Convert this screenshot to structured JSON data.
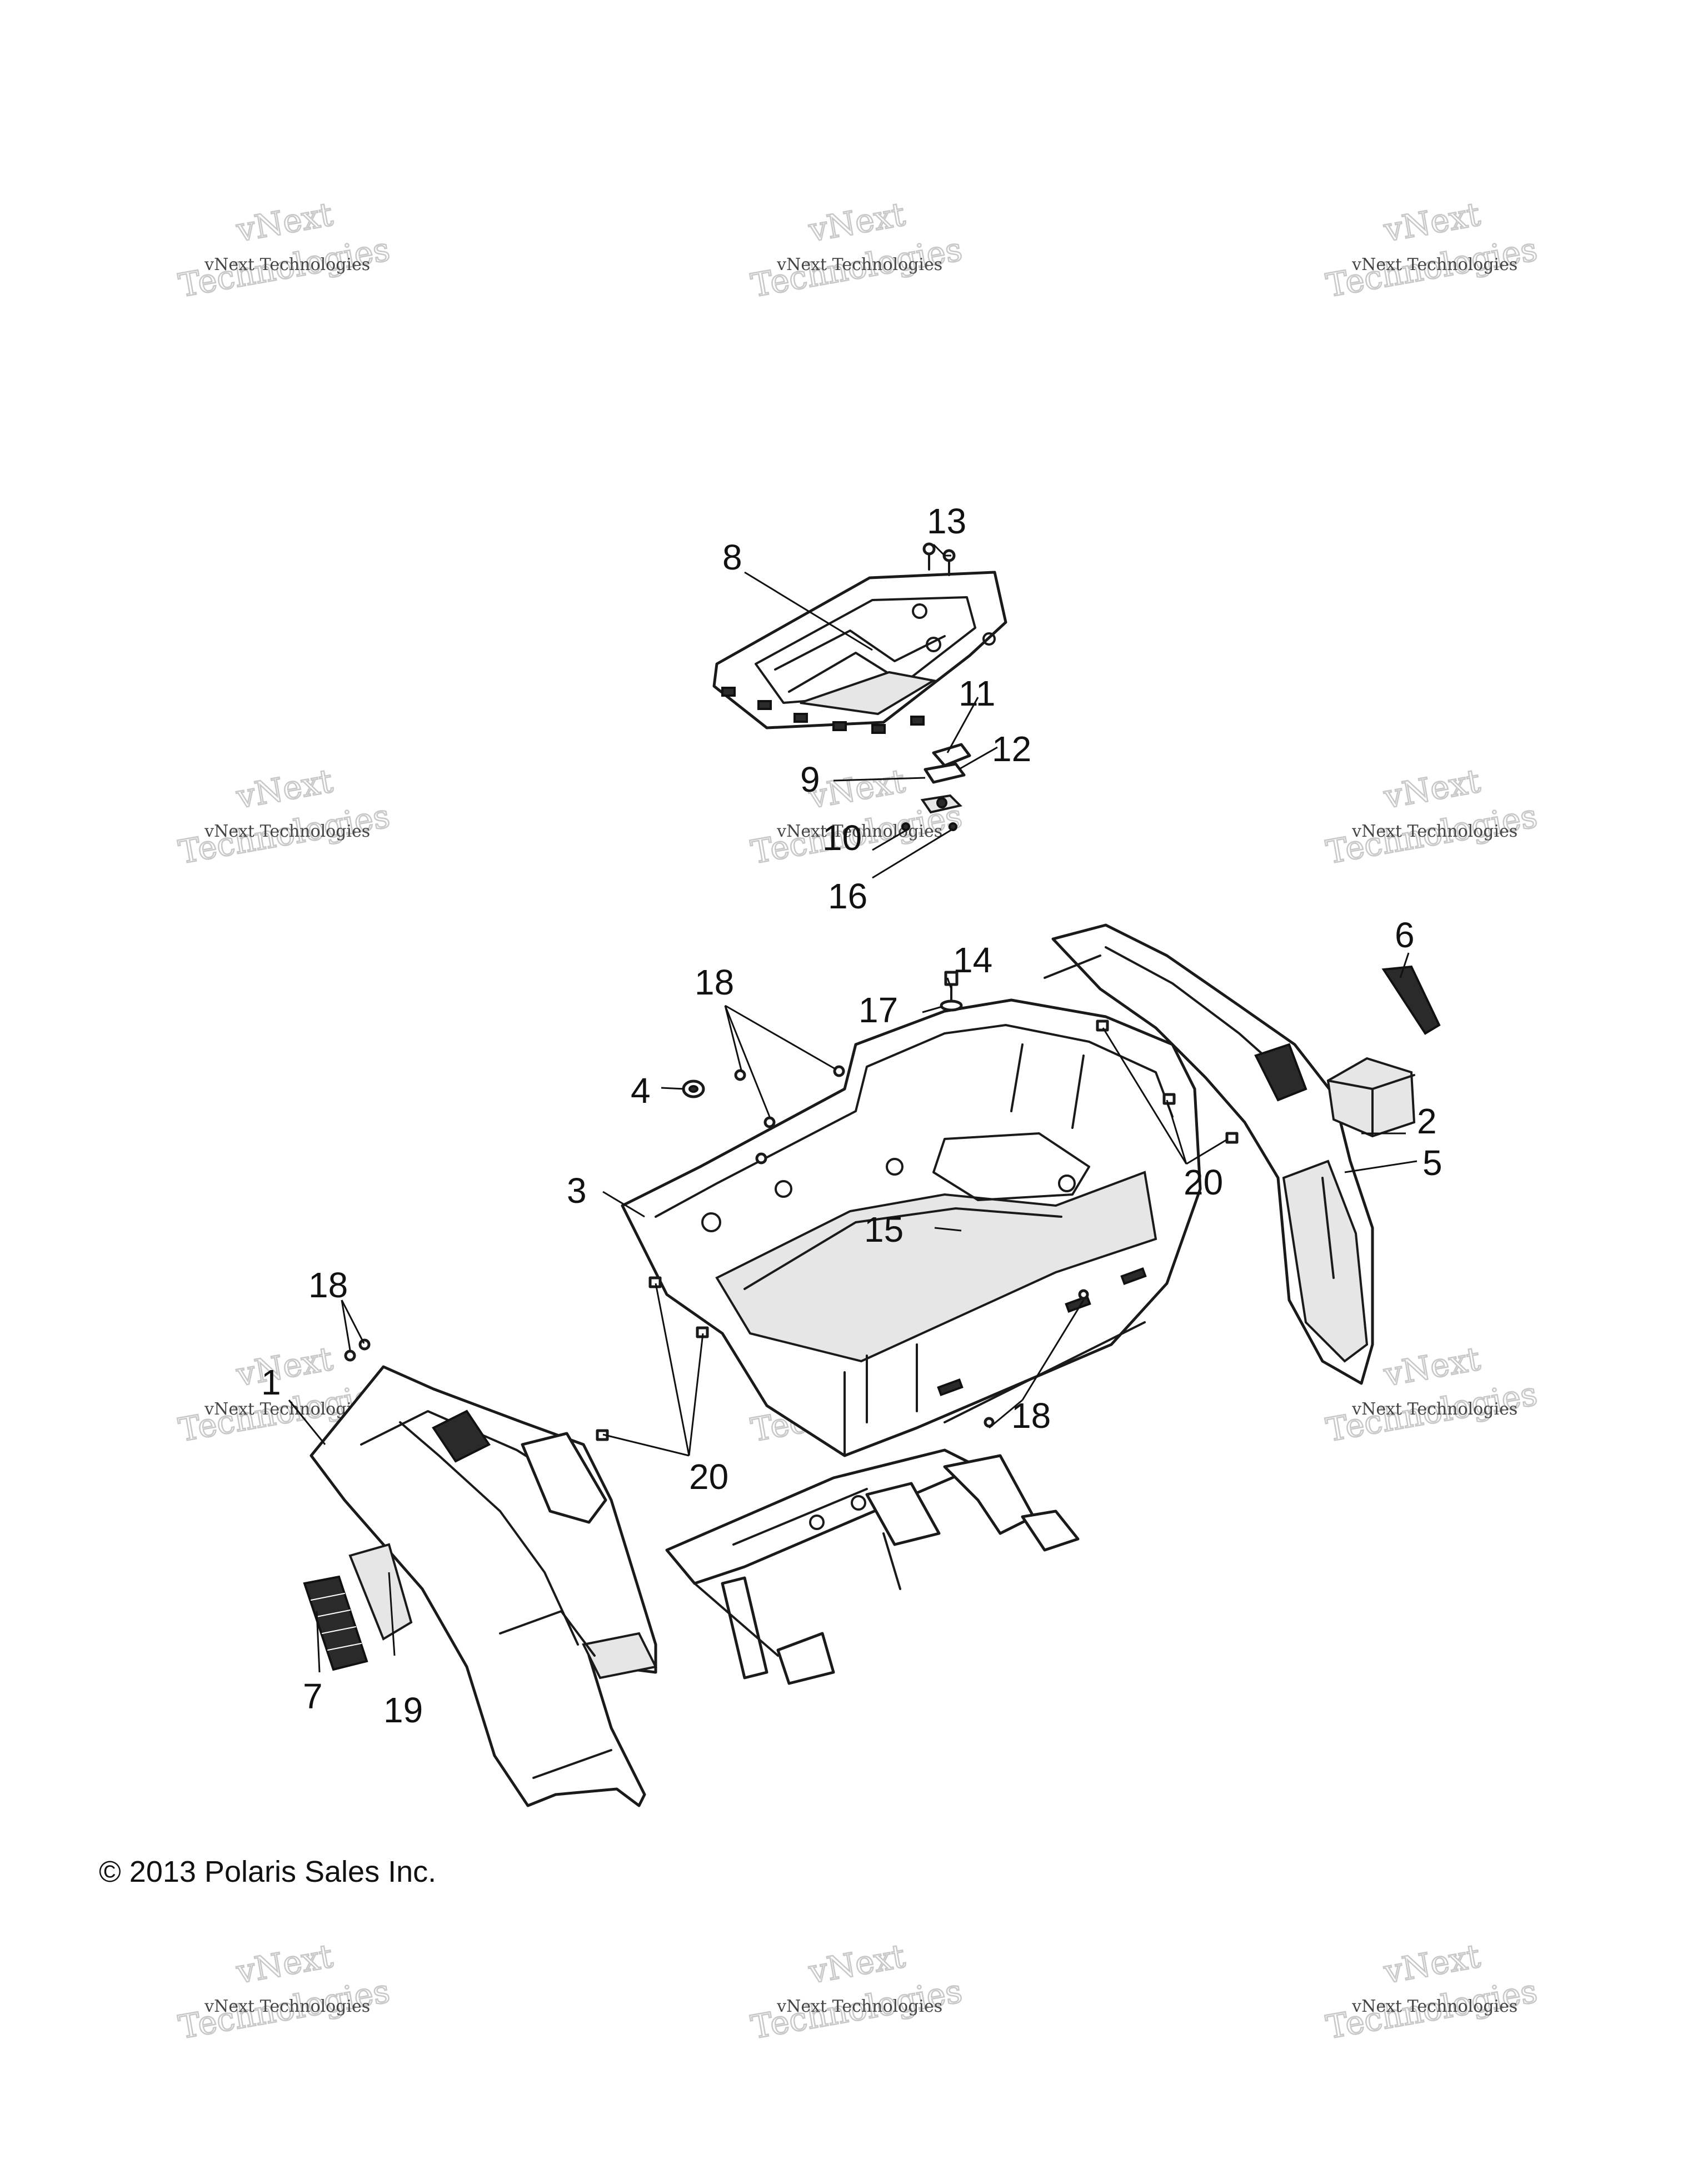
{
  "copyright": "© 2013 Polaris Sales Inc.",
  "watermark": {
    "line1": "vNext Technologies",
    "big_a": "vNext",
    "big_b": "Technologies"
  },
  "callouts": [
    {
      "id": "1",
      "label": "1"
    },
    {
      "id": "2",
      "label": "2"
    },
    {
      "id": "3",
      "label": "3"
    },
    {
      "id": "4",
      "label": "4"
    },
    {
      "id": "5",
      "label": "5"
    },
    {
      "id": "6",
      "label": "6"
    },
    {
      "id": "7",
      "label": "7"
    },
    {
      "id": "8",
      "label": "8"
    },
    {
      "id": "9",
      "label": "9"
    },
    {
      "id": "10",
      "label": "10"
    },
    {
      "id": "11",
      "label": "11"
    },
    {
      "id": "12",
      "label": "12"
    },
    {
      "id": "13",
      "label": "13"
    },
    {
      "id": "14",
      "label": "14"
    },
    {
      "id": "15",
      "label": "15"
    },
    {
      "id": "16",
      "label": "16"
    },
    {
      "id": "17",
      "label": "17"
    },
    {
      "id": "18a",
      "label": "18"
    },
    {
      "id": "18b",
      "label": "18"
    },
    {
      "id": "18c",
      "label": "18"
    },
    {
      "id": "19",
      "label": "19"
    },
    {
      "id": "20a",
      "label": "20"
    },
    {
      "id": "20b",
      "label": "20"
    }
  ]
}
